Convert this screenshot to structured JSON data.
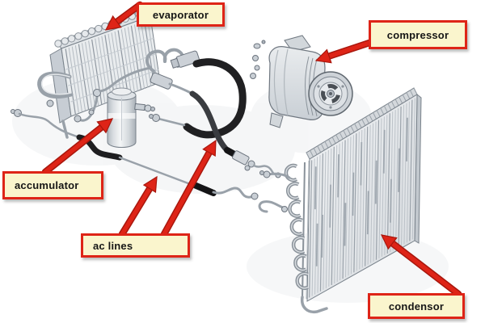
{
  "diagram": {
    "type": "labeled-illustration",
    "subject": "automotive air conditioning system components",
    "callouts": {
      "evaporator": "evaporator",
      "compressor": "compressor",
      "accumulator": "accumulator",
      "ac_lines": "ac lines",
      "condensor": "condensor"
    },
    "colors": {
      "background": "#ffffff",
      "label_background": "#faf5cd",
      "label_border": "#de2417",
      "label_text": "#161616",
      "arrow_red": "#de2417",
      "arrow_dark_red": "#a8170d",
      "line_art_gray": "#8a929a",
      "hose_black": "#1e1e20"
    }
  }
}
